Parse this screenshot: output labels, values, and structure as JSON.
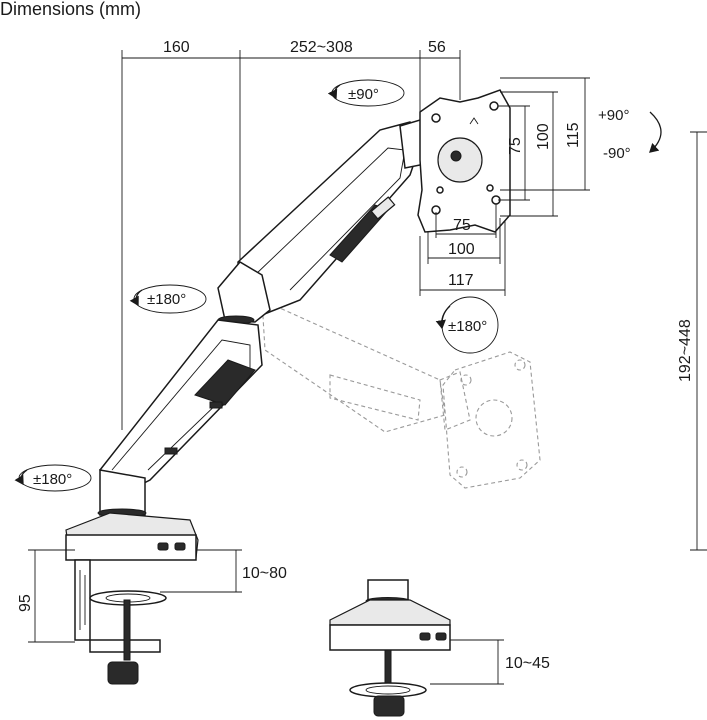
{
  "title": "Dimensions (mm)",
  "dimensions": {
    "base_to_pivot": "160",
    "arm_length": "252~308",
    "plate_offset": "56",
    "vesa_v_75": "75",
    "vesa_v_100": "100",
    "vesa_v_115": "115",
    "vesa_h_75": "75",
    "vesa_h_100": "100",
    "vesa_h_117": "117",
    "height_range": "192~448",
    "clamp_height": "95",
    "clamp_thickness": "10~80",
    "grommet_thickness": "10~45"
  },
  "rotations": {
    "tilt": "±90°",
    "pivot_plus": "+90°",
    "pivot_minus": "-90°",
    "elbow": "±180°",
    "swivel_plate": "±180°",
    "base_swivel": "±180°"
  },
  "icons": {
    "rotate_arrow": "rotate-arrow-icon"
  }
}
